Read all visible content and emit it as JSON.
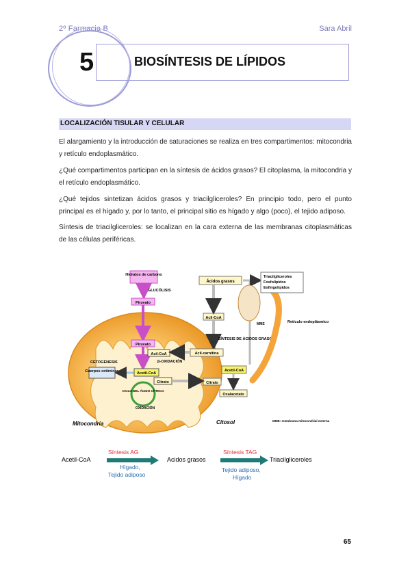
{
  "header": {
    "left": "2º Farmacia B",
    "right": "Sara Abril"
  },
  "chapter": {
    "number": "5",
    "title": "BIOSÍNTESIS DE LÍPIDOS"
  },
  "section": {
    "title": "LOCALIZACIÓN TISULAR Y CELULAR"
  },
  "paragraphs": [
    "El alargamiento y la introducción de saturaciones se realiza en tres compartimentos: mitocondria y retículo endoplasmático.",
    "¿Qué compartimentos participan en la síntesis de ácidos grasos? El citoplasma, la mitocondria y el retículo endoplasmático.",
    "¿Qué tejidos sintetizan ácidos grasos y triacilgliceroles? En principio todo, pero el punto principal es el hígado y, por lo tanto, el principal sitio es hígado y algo (poco), el tejido adiposo.",
    "Síntesis de triacilgliceroles: se localizan en la cara externa de las membranas citoplasmáticas de las células periféricas."
  ],
  "figure": {
    "hidratos": "Hidratos de carbono",
    "glucolisis": "GLUCÓLISIS",
    "piruvato1": "Piruvato",
    "piruvato2": "Piruvato",
    "cetogenesis": "CETOGÉNESIS",
    "cuerpos": "Cuerpos cetónicos",
    "acilcoa_mito": "Acil-CoA",
    "acetilcoa_mito": "Acetil-CoA",
    "boxidacion": "β-OXIDACIÓN",
    "citrato_mito": "Citrato",
    "ciclo": "CICLO DEL ÁCIDO CÍTRICO",
    "oxidacion": "OXIDACIÓN",
    "acidos_grasos": "Ácidos grasos",
    "acilcoa_cyt": "Acil-CoA",
    "acilcarnitina": "Acil-carnitina",
    "citrato_cyt": "Citrato",
    "acetilcoa_cyt": "Acetil-CoA",
    "oxalacetato": "Oxalacetato",
    "sintesis": "SÍNTESIS DE ÁCIDOS GRASOS",
    "mme": "MME",
    "lipidos": [
      "Triacilgliceroles",
      "Fosfolípidos",
      "Esfingolípidos"
    ],
    "reticulo": "Retículo endoplásmico",
    "mitocondria": "Mitocondria",
    "citosol": "Citosol",
    "mme_note": "MME: membrana mitocondrial externa"
  },
  "pathway": {
    "start": "Acetil-CoA",
    "step1_label": "Síntesis AG",
    "step1_sub1": "Hígado,",
    "step1_sub2": "Tejido adiposo",
    "middle": "Acidos grasos",
    "step2_label": "Síntesis TAG",
    "step2_sub1": "Tejido adiposo,",
    "step2_sub2": "Hígado",
    "end": "Triacilgliceroles"
  },
  "colors": {
    "accent": "#9c9ad8",
    "section_bg": "#d6d6f5",
    "pathway_red": "#e0303a",
    "pathway_blue": "#2a6db0",
    "arrow_teal": "#1f7a78"
  },
  "page_number": "65"
}
